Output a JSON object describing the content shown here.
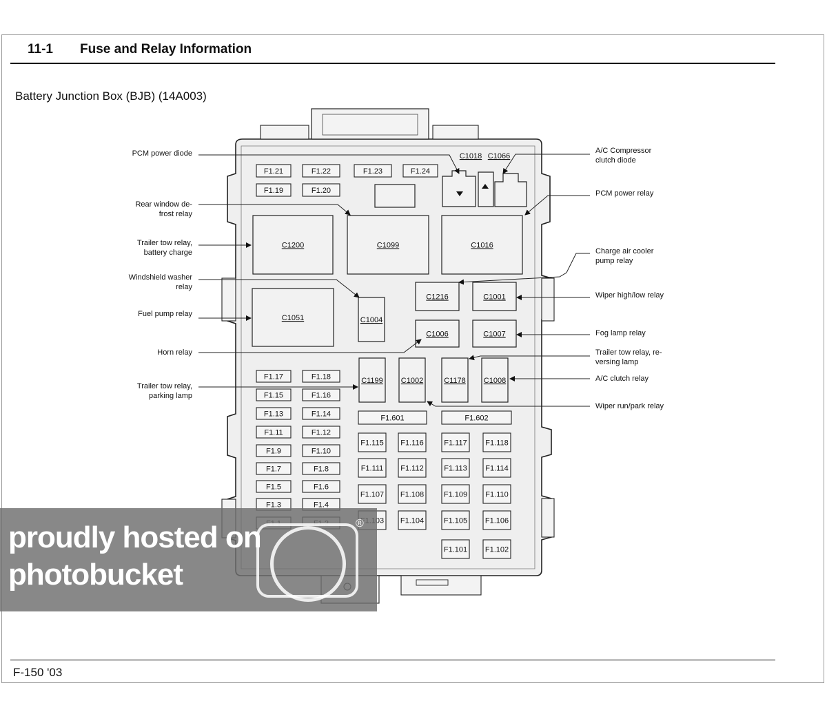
{
  "header": {
    "section": "11-1",
    "title": "Fuse and Relay Information"
  },
  "subtitle": "Battery Junction Box (BJB) (14A003)",
  "footer": {
    "text": "F-150 '03"
  },
  "watermark": {
    "line1": "proudly hosted on",
    "line2": "photobucket",
    "registered": "®"
  },
  "diagram": {
    "connectors": [
      {
        "id": "c1200",
        "label": "C1200"
      },
      {
        "id": "c1099",
        "label": "C1099"
      },
      {
        "id": "c1016",
        "label": "C1016"
      },
      {
        "id": "c1051",
        "label": "C1051"
      },
      {
        "id": "c1004",
        "label": "C1004"
      },
      {
        "id": "c1216",
        "label": "C1216"
      },
      {
        "id": "c1001",
        "label": "C1001"
      },
      {
        "id": "c1006",
        "label": "C1006"
      },
      {
        "id": "c1007",
        "label": "C1007"
      },
      {
        "id": "c1199",
        "label": "C1199"
      },
      {
        "id": "c1002",
        "label": "C1002"
      },
      {
        "id": "c1178",
        "label": "C1178"
      },
      {
        "id": "c1008",
        "label": "C1008"
      },
      {
        "id": "c1018",
        "label": "C1018"
      },
      {
        "id": "c1066",
        "label": "C1066"
      }
    ],
    "fuses": [
      "F1.21",
      "F1.22",
      "F1.23",
      "F1.24",
      "F1.19",
      "F1.20",
      "F1.17",
      "F1.18",
      "F1.15",
      "F1.16",
      "F1.13",
      "F1.14",
      "F1.11",
      "F1.12",
      "F1.9",
      "F1.10",
      "F1.7",
      "F1.8",
      "F1.5",
      "F1.6",
      "F1.3",
      "F1.4",
      "F1.1",
      "F1.2",
      "F1.601",
      "F1.602",
      "F1.115",
      "F1.116",
      "F1.117",
      "F1.118",
      "F1.111",
      "F1.112",
      "F1.113",
      "F1.114",
      "F1.107",
      "F1.108",
      "F1.109",
      "F1.110",
      "F1.103",
      "F1.104",
      "F1.105",
      "F1.106",
      "F1.101",
      "F1.102"
    ],
    "labels_left": [
      [
        "PCM power diode"
      ],
      [
        "Rear window de-",
        "frost relay"
      ],
      [
        "Trailer tow relay,",
        "battery charge"
      ],
      [
        "Windshield washer",
        "relay"
      ],
      [
        "Fuel pump relay"
      ],
      [
        "Horn relay"
      ],
      [
        "Trailer tow relay,",
        "parking lamp"
      ]
    ],
    "labels_right": [
      [
        "A/C Compressor",
        "clutch diode"
      ],
      [
        "PCM power relay"
      ],
      [
        "Charge air cooler",
        "pump relay"
      ],
      [
        "Wiper high/low relay"
      ],
      [
        "Fog lamp relay"
      ],
      [
        "Trailer tow relay, re-",
        "versing lamp"
      ],
      [
        "A/C clutch relay"
      ],
      [
        "Wiper run/park relay"
      ]
    ]
  }
}
